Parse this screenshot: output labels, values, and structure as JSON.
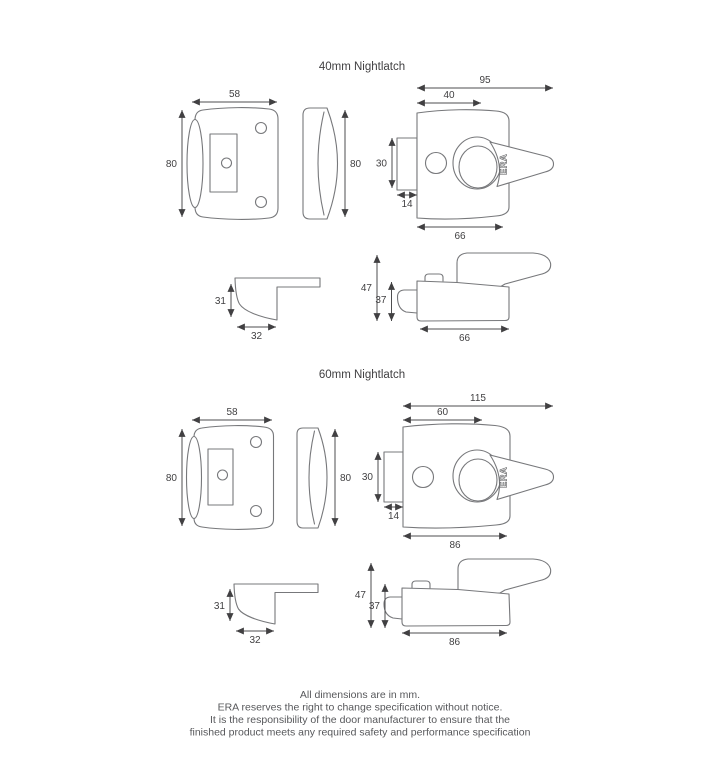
{
  "meta": {
    "background": "#ffffff",
    "outline_color": "#77787b",
    "dimension_color": "#414042",
    "footer_color": "#57585b"
  },
  "sections": [
    {
      "title": "40mm Nightlatch",
      "keep_front": {
        "width": "58",
        "height": "80"
      },
      "keep_side": {
        "height": "80"
      },
      "body_front": {
        "overall_width": "95",
        "backset": "40",
        "latch_height": "30",
        "latch_depth": "14",
        "case_width": "66",
        "brand": "ERA"
      },
      "keep_profile": {
        "height": "31",
        "depth": "32"
      },
      "body_profile": {
        "overall_depth": "47",
        "case_depth": "37",
        "case_width": "66"
      }
    },
    {
      "title": "60mm Nightlatch",
      "keep_front": {
        "width": "58",
        "height": "80"
      },
      "keep_side": {
        "height": "80"
      },
      "body_front": {
        "overall_width": "115",
        "backset": "60",
        "latch_height": "30",
        "latch_depth": "14",
        "case_width": "86",
        "brand": "ERA"
      },
      "keep_profile": {
        "height": "31",
        "depth": "32"
      },
      "body_profile": {
        "overall_depth": "47",
        "case_depth": "37",
        "case_width": "86"
      }
    }
  ],
  "footer": {
    "lines": [
      "All dimensions are in mm.",
      "ERA reserves the right to change specification without notice.",
      "It is the responsibility of the door manufacturer to ensure that the",
      "finished product meets any required safety and performance specification"
    ]
  }
}
